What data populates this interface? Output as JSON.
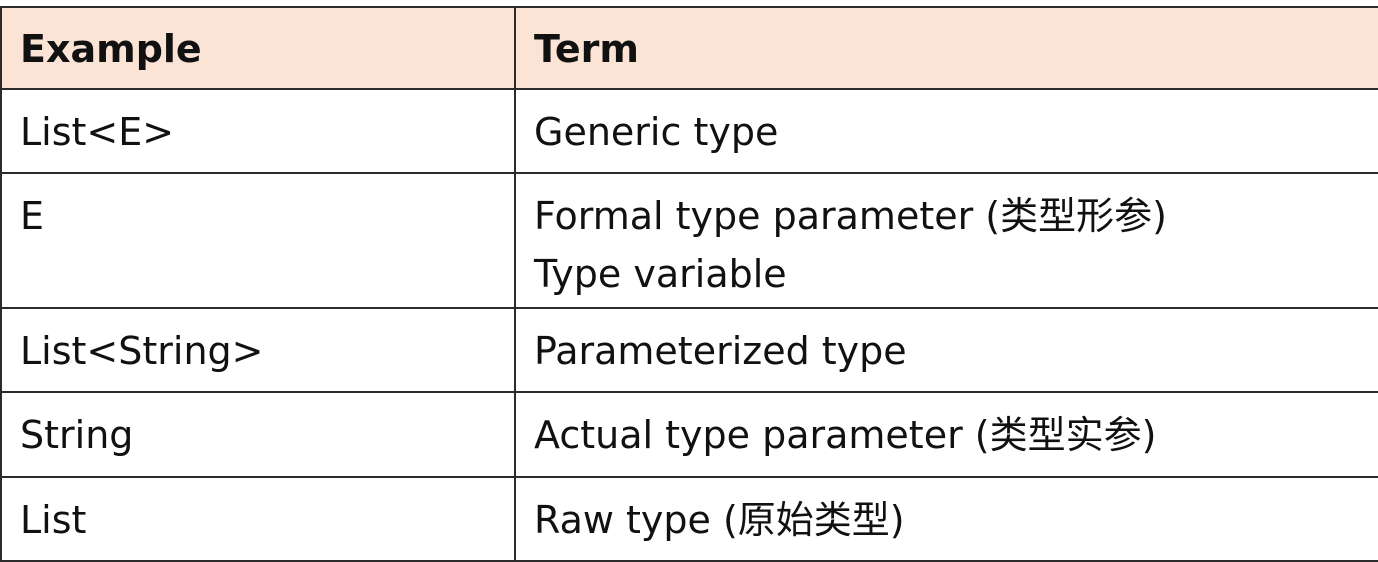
{
  "table": {
    "headers": {
      "example": "Example",
      "term": "Term"
    },
    "rows": [
      {
        "example": "List<E>",
        "term": [
          "Generic type"
        ]
      },
      {
        "example": "E",
        "term": [
          "Formal type parameter (类型形参)",
          "Type variable"
        ]
      },
      {
        "example": "List<String>",
        "term": [
          "Parameterized type"
        ]
      },
      {
        "example": "String",
        "term": [
          "Actual type parameter (类型实参)"
        ]
      },
      {
        "example": "List",
        "term": [
          "Raw type (原始类型)"
        ]
      }
    ],
    "colors": {
      "header_background": "#fbe4d6",
      "border": "#2b2b2b",
      "text": "#111111"
    }
  }
}
